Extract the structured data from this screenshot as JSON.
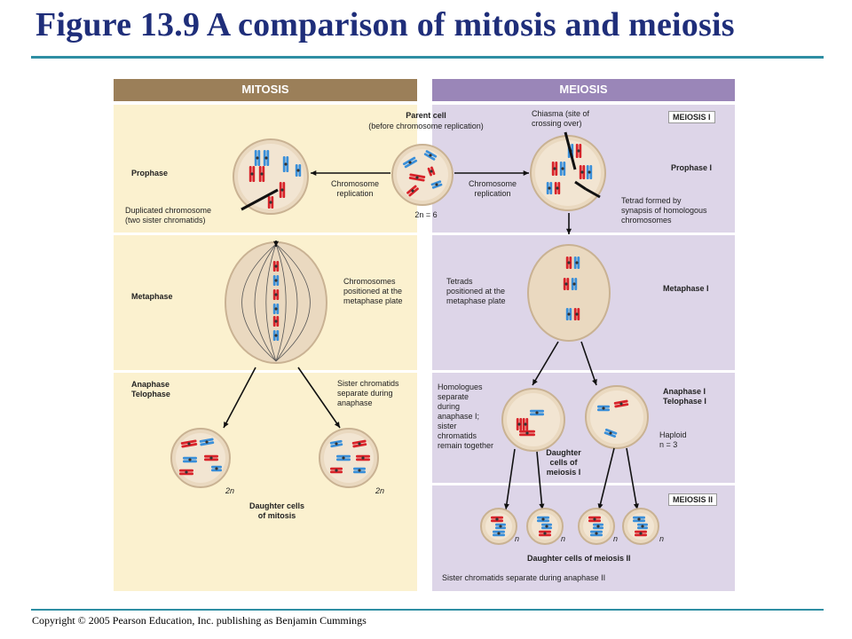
{
  "title": "Figure 13.9 A comparison of mitosis and meiosis",
  "copyright": "Copyright © 2005 Pearson Education, Inc. publishing as Benjamin Cummings",
  "headers": {
    "mitosis": "MITOSIS",
    "meiosis": "MEIOSIS"
  },
  "badges": {
    "meiosis1": "MEIOSIS I",
    "meiosis2": "MEIOSIS II"
  },
  "parent": {
    "title": "Parent cell",
    "sub": "(before chromosome replication)",
    "ploidy": "2n = 6"
  },
  "replication": {
    "left": "Chromosome\nreplication",
    "right": "Chromosome\nreplication"
  },
  "mitosis": {
    "prophase": "Prophase",
    "duplicated": "Duplicated chromosome\n(two sister chromatids)",
    "metaphase": "Metaphase",
    "positioned": "Chromosomes\npositioned at the\nmetaphase plate",
    "anaphase": "Anaphase\nTelophase",
    "sister_sep": "Sister chromatids\nseparate during\nanaphase",
    "ploidy_left": "2n",
    "ploidy_right": "2n",
    "daughters": "Daughter cells\nof mitosis"
  },
  "meiosis": {
    "chiasma": "Chiasma (site of\ncrossing over)",
    "prophase1": "Prophase I",
    "tetrad_formed": "Tetrad formed by\nsynapsis of homologous\nchromosomes",
    "tetrads_positioned": "Tetrads\npositioned at the\nmetaphase plate",
    "metaphase1": "Metaphase I",
    "homologues": "Homologues\nseparate\nduring\nanaphase I;\nsister\nchromatids\nremain together",
    "anaphase1": "Anaphase I\nTelophase I",
    "haploid": "Haploid\nn = 3",
    "daughters1": "Daughter\ncells of\nmeiosis I",
    "ploidy_n": [
      "n",
      "n",
      "n",
      "n"
    ],
    "daughters2": "Daughter cells of meiosis II",
    "sister_sep2": "Sister chromatids separate during anaphase II"
  },
  "colors": {
    "title": "#1f2e7a",
    "rule": "#2f8fa3",
    "mitosis_header": "#9b7f59",
    "meiosis_header": "#9a86b8",
    "mitosis_bg": "#fbf1cf",
    "meiosis_bg": "#ddd5e8",
    "cell_fill": "#ead9c0",
    "chrom_red": "#d8232a",
    "chrom_blue": "#3a8fd9"
  }
}
